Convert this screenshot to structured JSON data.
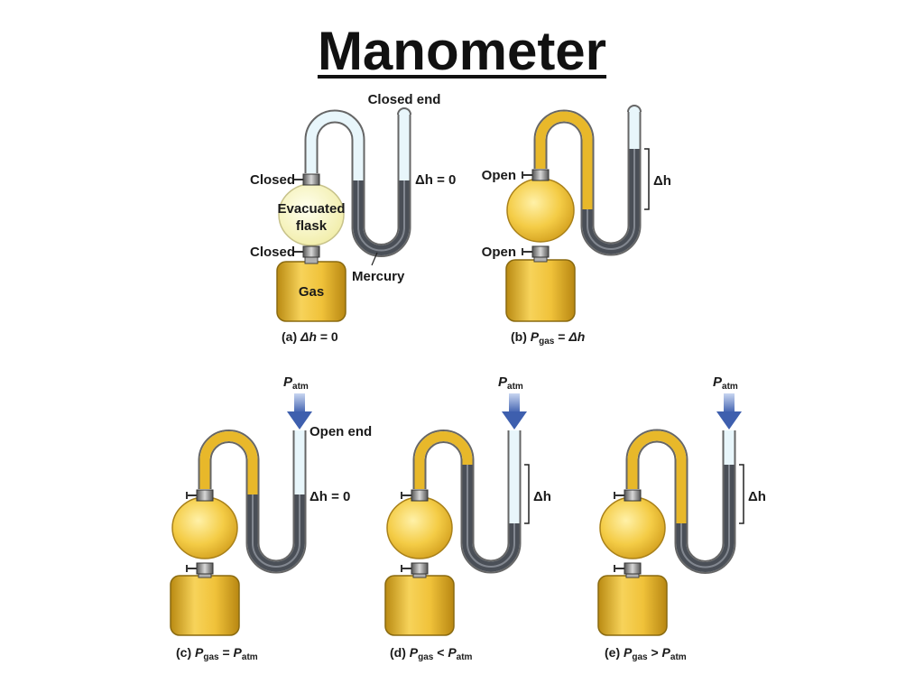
{
  "title": "Manometer",
  "colors": {
    "gas": "#e8b82a",
    "gas_light": "#f6d86a",
    "flask_evacuated": "#faf6c8",
    "mercury": "#4a4f57",
    "empty_tube": "#e8f6fb",
    "arrow": "#3e5fae"
  },
  "panels": [
    {
      "id": "a",
      "labels": {
        "closed_end": "Closed end",
        "valve_top": "Closed",
        "valve_bottom": "Closed",
        "flask": [
          "Evacuated",
          "flask"
        ],
        "gas": "Gas",
        "mercury": "Mercury",
        "delta": "Δh = 0"
      },
      "caption": {
        "pre": "(a) ",
        "sym": "Δh",
        "post": " = 0"
      }
    },
    {
      "id": "b",
      "labels": {
        "valve_top": "Open",
        "valve_bottom": "Open",
        "delta": "Δh"
      },
      "caption": {
        "pre": "(b) ",
        "lhs": "P",
        "lhs_sub": "gas",
        "op": " = ",
        "rhs": "Δh"
      }
    },
    {
      "id": "c",
      "labels": {
        "p_atm": "P",
        "p_atm_sub": "atm",
        "open_end": "Open end",
        "delta": "Δh = 0"
      },
      "caption": {
        "pre": "(c) ",
        "lhs": "P",
        "lhs_sub": "gas",
        "op": " = ",
        "rhs": "P",
        "rhs_sub": "atm"
      }
    },
    {
      "id": "d",
      "labels": {
        "p_atm": "P",
        "p_atm_sub": "atm",
        "delta": "Δh"
      },
      "caption": {
        "pre": "(d) ",
        "lhs": "P",
        "lhs_sub": "gas",
        "op": " < ",
        "rhs": "P",
        "rhs_sub": "atm"
      }
    },
    {
      "id": "e",
      "labels": {
        "p_atm": "P",
        "p_atm_sub": "atm",
        "delta": "Δh"
      },
      "caption": {
        "pre": "(e) ",
        "lhs": "P",
        "lhs_sub": "gas",
        "op": " > ",
        "rhs": "P",
        "rhs_sub": "atm"
      }
    }
  ]
}
